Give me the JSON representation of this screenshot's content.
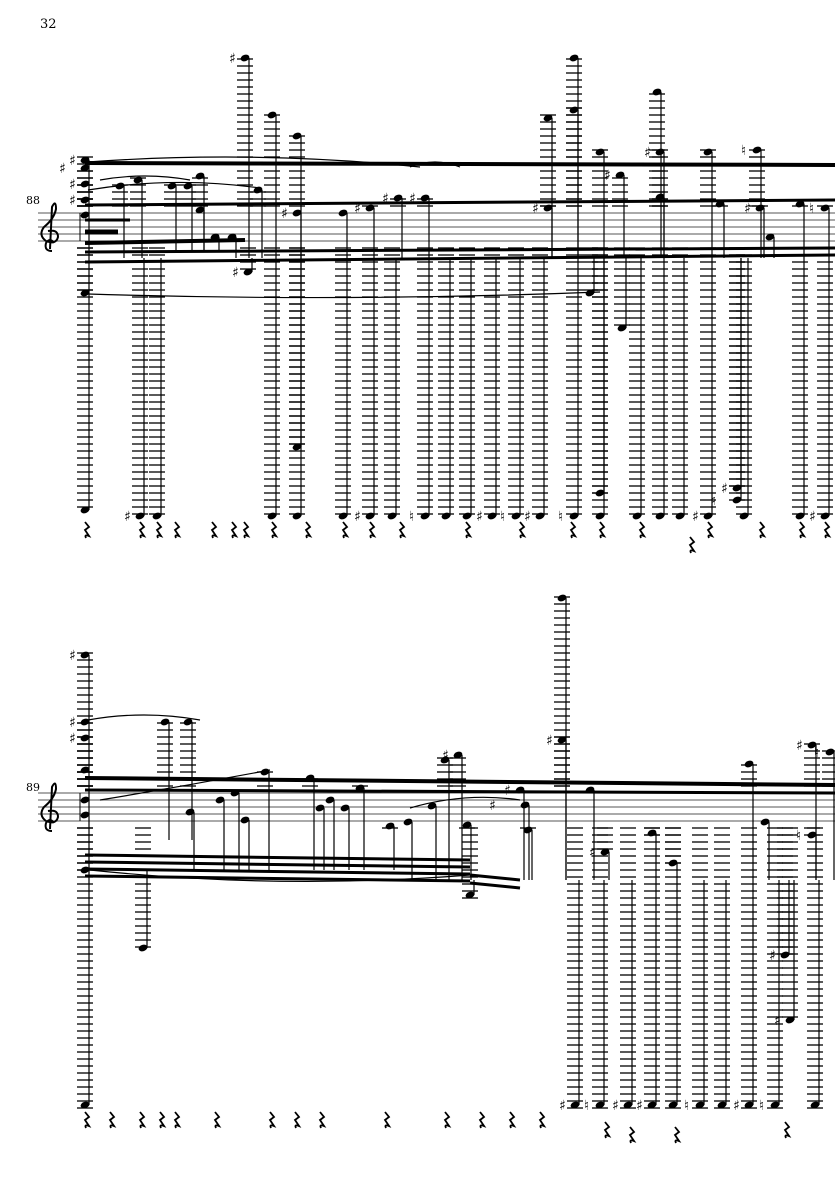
{
  "page_number": "32",
  "systems": [
    {
      "measure_number": "88"
    },
    {
      "measure_number": "89"
    }
  ],
  "colors": {
    "ink": "#000000",
    "staff": "#555555",
    "paper": "#ffffff"
  }
}
